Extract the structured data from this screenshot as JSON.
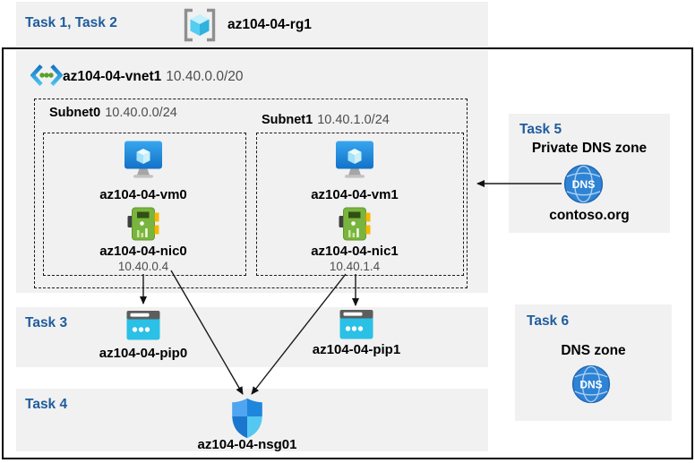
{
  "palette": {
    "task_label_blue": "#1f5c9c",
    "panel_gray": "#f1f1f1",
    "muted_text": "#4d4d4d",
    "arrow_black": "#1a1a1a",
    "vm_blue": "#1b84da",
    "nic_green": "#79b53e",
    "pip_cyan": "#2bc0e6",
    "dns_blue": "#2e83d4",
    "nsg_blue": "#1e86dd"
  },
  "icons": {
    "resource_group": "brackets-cube-icon",
    "vnet": "chevrons-dots-icon",
    "vm": "monitor-cube-icon",
    "nic": "network-card-icon",
    "public_ip": "public-ip-card-icon",
    "dns": "dns-globe-icon",
    "nsg": "shield-icon"
  },
  "tasks": {
    "t12": "Task 1, Task 2",
    "t3": "Task 3",
    "t4": "Task 4",
    "t5": "Task 5",
    "t6": "Task 6"
  },
  "resource_group": {
    "name": "az104-04-rg1"
  },
  "vnet": {
    "name": "az104-04-vnet1",
    "cidr": "10.40.0.0/20"
  },
  "subnets": [
    {
      "name": "Subnet0",
      "cidr": "10.40.0.0/24",
      "vm_name": "az104-04-vm0",
      "nic_name": "az104-04-nic0",
      "nic_ip": "10.40.0.4"
    },
    {
      "name": "Subnet1",
      "cidr": "10.40.1.0/24",
      "vm_name": "az104-04-vm1",
      "nic_name": "az104-04-nic1",
      "nic_ip": "10.40.1.4"
    }
  ],
  "public_ips": [
    {
      "name": "az104-04-pip0"
    },
    {
      "name": "az104-04-pip1"
    }
  ],
  "nsg": {
    "name": "az104-04-nsg01"
  },
  "private_dns": {
    "title": "Private DNS zone",
    "zone": "contoso.org",
    "icon_text": "DNS"
  },
  "public_dns": {
    "title": "DNS zone",
    "icon_text": "DNS"
  }
}
